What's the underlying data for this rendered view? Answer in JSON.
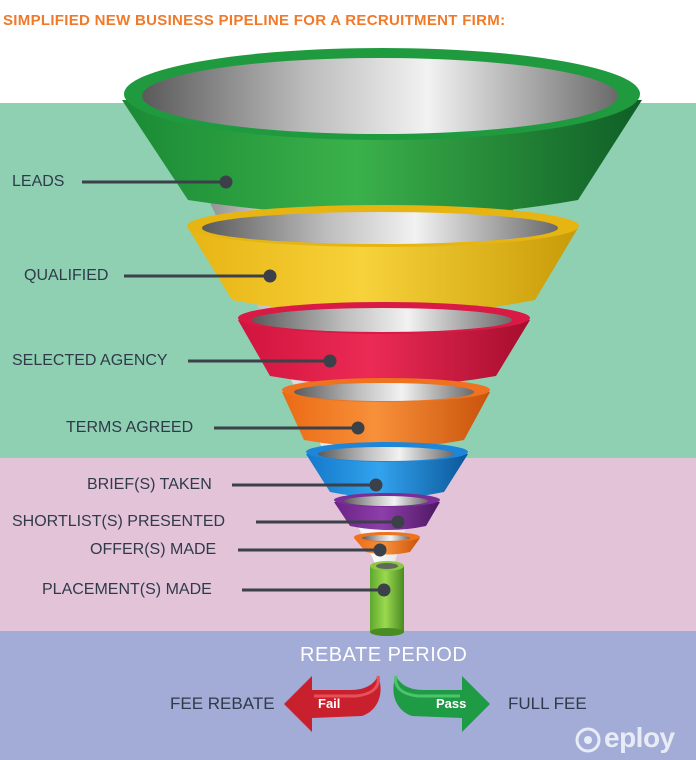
{
  "title": "SIMPLIFIED NEW BUSINESS PIPELINE FOR A RECRUITMENT FIRM:",
  "stages": [
    {
      "label": "LEADS",
      "color": "#1e8a3c"
    },
    {
      "label": "QUALIFIED",
      "color": "#f2c51b"
    },
    {
      "label": "SELECTED AGENCY",
      "color": "#e21d4a"
    },
    {
      "label": "TERMS AGREED",
      "color": "#f47a20"
    },
    {
      "label": "BRIEF(S) TAKEN",
      "color": "#1e8ee0"
    },
    {
      "label": "SHORTLIST(S) PRESENTED",
      "color": "#7a2e96"
    },
    {
      "label": "OFFER(S) MADE",
      "color": "#f47a20"
    },
    {
      "label": "PLACEMENT(S) MADE",
      "color": "#7dc242"
    }
  ],
  "rebate": {
    "title": "REBATE PERIOD",
    "fail_label": "Fail",
    "pass_label": "Pass",
    "fail_outcome": "FEE REBATE",
    "pass_outcome": "FULL FEE",
    "fail_color": "#c0202a",
    "pass_color": "#1f9a45"
  },
  "logo": "eploy",
  "logo_icon": "eploy-logo-icon"
}
